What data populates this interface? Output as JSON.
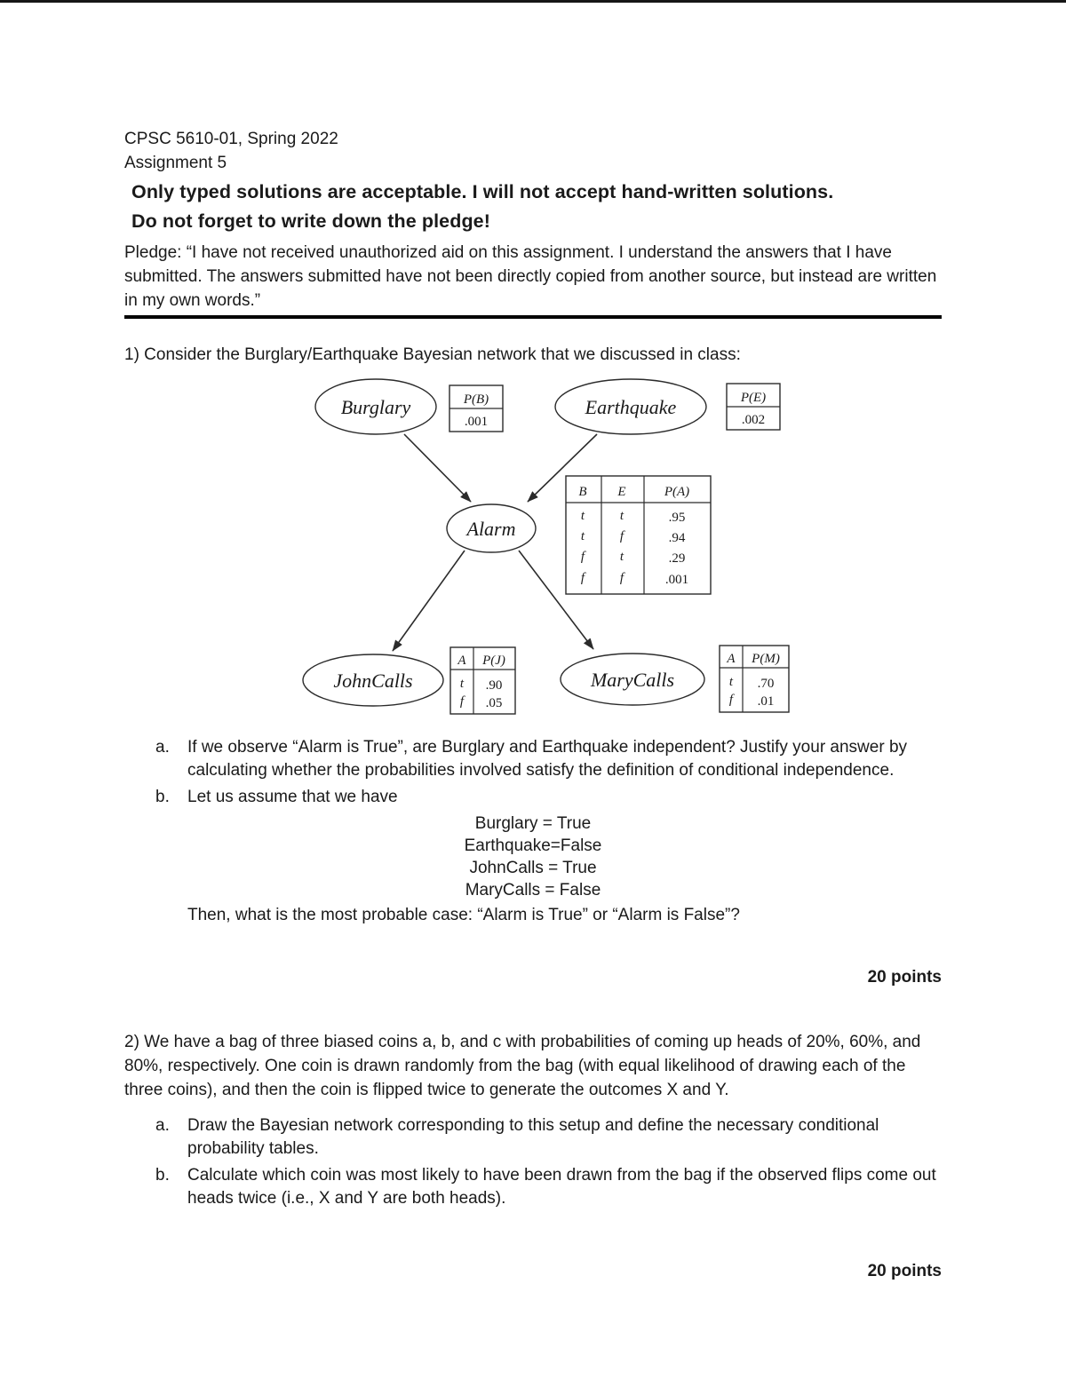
{
  "header": {
    "course": "CPSC 5610-01, Spring 2022",
    "assignment": "Assignment 5",
    "notice_line1": "Only typed solutions are acceptable. I will not accept hand-written solutions.",
    "notice_line2": "Do not forget to write down the pledge!",
    "pledge": "Pledge: “I have not received unauthorized aid on this assignment. I understand the answers that I have submitted. The answers submitted have not been directly copied from another source, but instead are written in my own words.”"
  },
  "q1": {
    "intro": "1) Consider the Burglary/Earthquake Bayesian network that we discussed in class:",
    "part_a_label": "a.",
    "part_a_text": "If we observe “Alarm is True”, are Burglary and Earthquake independent? Justify your answer by calculating whether the probabilities involved satisfy the definition of conditional independence.",
    "part_b_label": "b.",
    "part_b_text": "Let us assume that we have",
    "assumptions": [
      "Burglary = True",
      "Earthquake=False",
      "JohnCalls = True",
      "MaryCalls = False"
    ],
    "question": "Then, what is the most probable case: “Alarm is True” or “Alarm is False”?",
    "points": "20 points"
  },
  "q2": {
    "intro": "2) We have a bag of three biased coins a, b, and c with probabilities of coming up heads of 20%, 60%, and 80%, respectively. One coin is drawn randomly from the bag (with equal likelihood of drawing each of the three coins), and then the coin is flipped twice to generate the outcomes X and Y.",
    "part_a_label": "a.",
    "part_a_text": "Draw the Bayesian network corresponding to this setup and define the necessary conditional probability tables.",
    "part_b_label": "b.",
    "part_b_text": "Calculate which coin was most likely to have been drawn from the bag if the observed flips come out heads twice (i.e., X and Y are both heads).",
    "points": "20 points"
  },
  "diagram": {
    "nodes": {
      "burglary": "Burglary",
      "earthquake": "Earthquake",
      "alarm": "Alarm",
      "johncalls": "JohnCalls",
      "marycalls": "MaryCalls"
    },
    "pb": {
      "header": "P(B)",
      "value": ".001"
    },
    "pe": {
      "header": "P(E)",
      "value": ".002"
    },
    "pa": {
      "headers": [
        "B",
        "E",
        "P(A)"
      ],
      "rows": [
        [
          "t",
          "t",
          ".95"
        ],
        [
          "t",
          "f",
          ".94"
        ],
        [
          "f",
          "t",
          ".29"
        ],
        [
          "f",
          "f",
          ".001"
        ]
      ]
    },
    "pj": {
      "headers": [
        "A",
        "P(J)"
      ],
      "rows": [
        [
          "t",
          ".90"
        ],
        [
          "f",
          ".05"
        ]
      ]
    },
    "pm": {
      "headers": [
        "A",
        "P(M)"
      ],
      "rows": [
        [
          "t",
          ".70"
        ],
        [
          "f",
          ".01"
        ]
      ]
    }
  }
}
